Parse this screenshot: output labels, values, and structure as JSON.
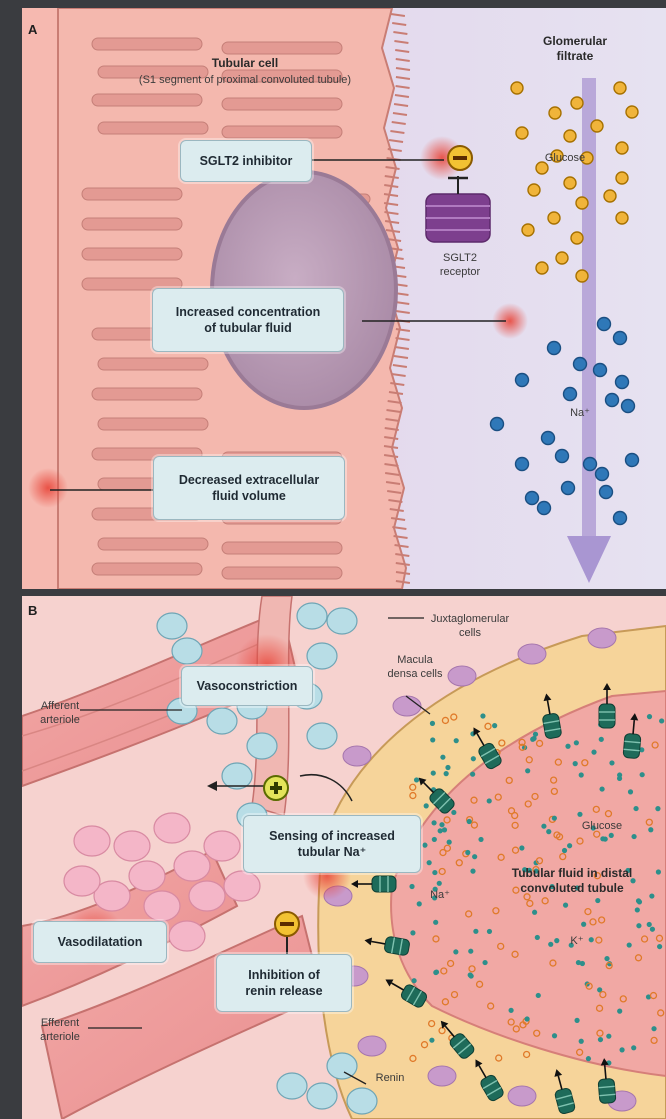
{
  "panel_a": {
    "letter": "A",
    "tubular_cell_title": "Tubular cell",
    "tubular_cell_subtitle": "(S1 segment of proximal convoluted tubule)",
    "glomerular_filtrate": "Glomerular\nfiltrate",
    "glucose_label": "Glucose",
    "sglt2_inhibitor": "SGLT2 inhibitor",
    "sglt2_receptor": "SGLT2\nreceptor",
    "increased_concentration": "Increased concentration\nof tubular fluid",
    "decreased_ecf": "Decreased extracellular\nfluid volume",
    "na_label": "Na⁺"
  },
  "panel_b": {
    "letter": "B",
    "juxtaglomerular": "Juxtaglomerular\ncells",
    "macula_densa": "Macula\ndensa cells",
    "vasoconstriction": "Vasoconstriction",
    "afferent": "Afferent\narteriole",
    "sensing": "Sensing of increased\ntubular Na⁺",
    "glucose_label": "Glucose",
    "tubular_fluid": "Tubular fluid in distal\nconvoluted tubule",
    "na_label": "Na⁺",
    "k_label": "K⁺",
    "vasodilatation": "Vasodilatation",
    "inhibition": "Inhibition of\nrenin release",
    "efferent": "Efferent\narteriole",
    "renin": "Renin"
  },
  "colors": {
    "cell_pink": "#f3b6ad",
    "nucleus": "#b89cb4",
    "filtrate": "#ddd6ec",
    "glucose": "#f0b43a",
    "sodium": "#2f78b8",
    "box_fill": "#dcecef",
    "inhibitor": "#f2c233",
    "sglt2": "#7d3f8e",
    "channel": "#1e6b5a"
  }
}
